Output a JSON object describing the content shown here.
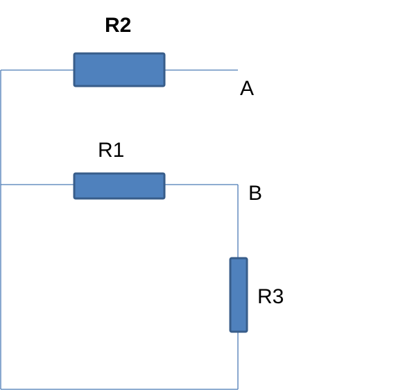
{
  "colors": {
    "wire": "#4a7ab5",
    "resistor_fill": "#4f81bd",
    "resistor_stroke": "#385d8a"
  },
  "labels": {
    "r2": "R2",
    "r1": "R1",
    "r3": "R3",
    "node_a": "A",
    "node_b": "B"
  }
}
